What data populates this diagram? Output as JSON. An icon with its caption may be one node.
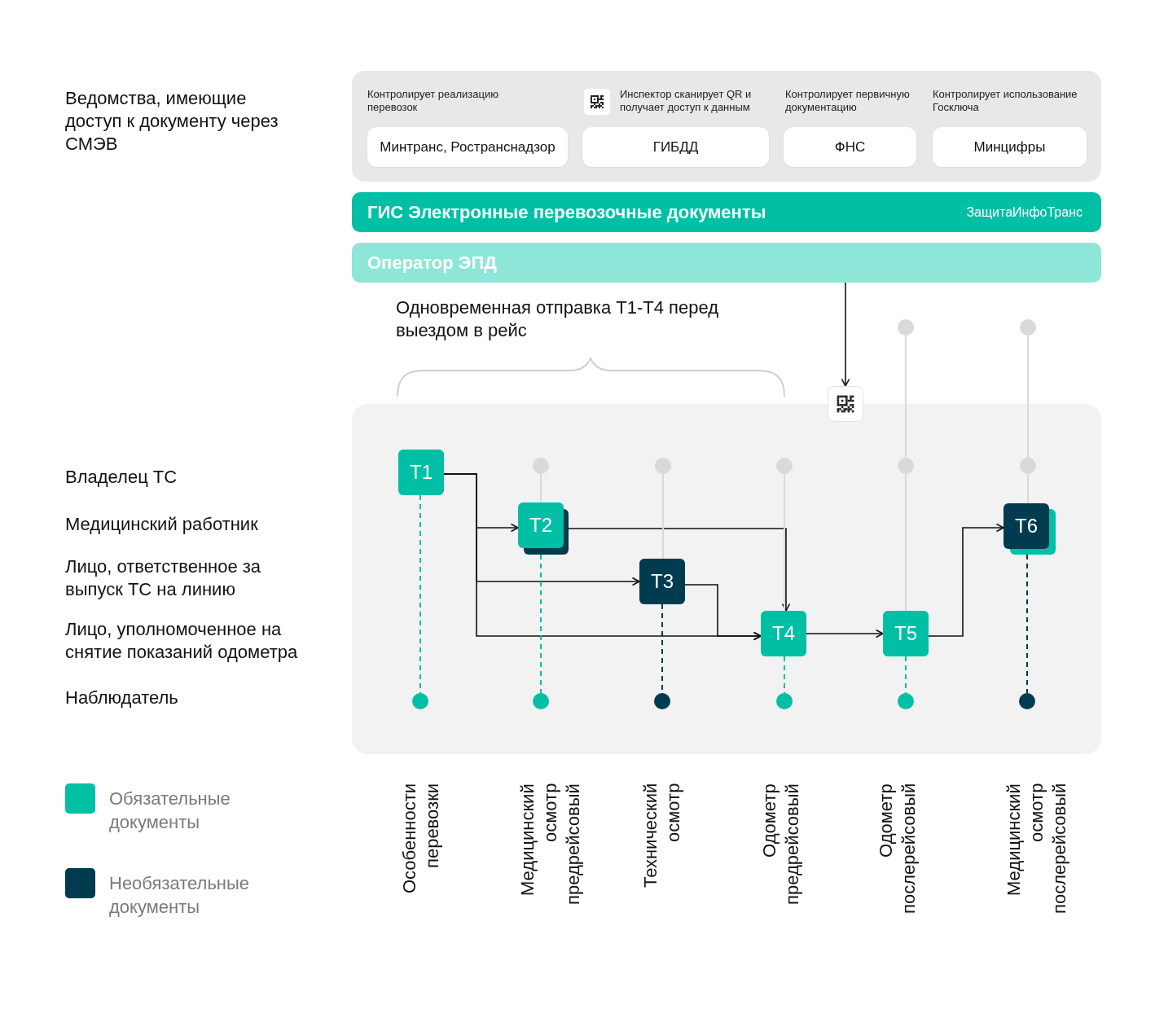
{
  "diagram": {
    "nodes": [
      {
        "text": [],
        "shape": "box"
      },
      {
        "text": [
          "Минтранс, Ространснадзор"
        ],
        "in": 0,
        "beside": [
          "Контролирует реализацию перевозок"
        ]
      },
      {
        "text": [
          "ГИБДД"
        ],
        "in": 0,
        "beside": [
          "Инспектор сканирует QR и получает доступ к данным"
        ]
      },
      {
        "text": [
          "ФНС"
        ],
        "in": 0,
        "beside": [
          "Контролирует первичную документацию"
        ]
      },
      {
        "text": [
          "Минцифры"
        ],
        "in": 0,
        "beside": [
          "Контролирует использование Госключа"
        ]
      },
      {
        "text": [
          "ГИС Электронные перевозочные документы",
          "ЗащитаИнфоТранс"
        ]
      },
      {
        "text": [
          "Оператор ЭПД"
        ]
      },
      {
        "text": [],
        "shape": "circle"
      },
      {
        "text": [],
        "shape": "circle"
      },
      {
        "text": [],
        "shape": "picture"
      },
      {
        "text": [],
        "shape": "box"
      },
      {
        "text": [
          "T1"
        ],
        "in": 10
      },
      {
        "text": [
          "T2"
        ],
        "in": 10
      },
      {
        "text": [
          "T3"
        ],
        "in": 10
      },
      {
        "text": [
          "T4"
        ],
        "in": 10
      },
      {
        "text": [
          "T5"
        ],
        "in": 10
      },
      {
        "text": [
          "T6"
        ],
        "in": 10
      },
      {
        "text": [],
        "shape": "circle",
        "in": 10
      },
      {
        "text": [],
        "shape": "circle",
        "in": 10
      },
      {
        "text": [],
        "shape": "circle",
        "in": 10
      },
      {
        "text": [],
        "shape": "circle",
        "in": 10
      },
      {
        "text": [],
        "shape": "circle",
        "in": 10
      },
      {
        "text": [],
        "shape": "circle",
        "in": 10
      },
      {
        "text": [],
        "shape": "circle",
        "in": 10
      },
      {
        "text": [],
        "shape": "circle",
        "in": 10
      },
      {
        "text": [],
        "shape": "circle",
        "in": 10
      },
      {
        "text": [],
        "shape": "circle",
        "in": 10
      },
      {
        "text": [],
        "shape": "circle",
        "in": 10
      }
    ],
    "edges": [
      {
        "from": 6,
        "to": 9,
        "arrow": "to"
      },
      {
        "from": 11,
        "to": 12,
        "arrow": "to"
      },
      {
        "from": 11,
        "to": 13,
        "arrow": "to"
      },
      {
        "from": 11,
        "to": 14,
        "arrow": "to"
      },
      {
        "from": 12,
        "to": 14,
        "arrow": "to"
      },
      {
        "from": 13,
        "to": 14,
        "arrow": "to"
      },
      {
        "from": 14,
        "to": 15,
        "arrow": "to"
      },
      {
        "from": 15,
        "to": 16,
        "arrow": "to"
      },
      {
        "from": 7,
        "to": 20,
        "arrow": "none",
        "color": "#d9d9d9"
      },
      {
        "from": 8,
        "to": 21,
        "arrow": "none",
        "color": "#d9d9d9"
      },
      {
        "from": 17,
        "to": 12,
        "arrow": "none",
        "color": "#d9d9d9"
      },
      {
        "from": 18,
        "to": 13,
        "arrow": "none",
        "color": "#d9d9d9"
      },
      {
        "from": 19,
        "to": 14,
        "arrow": "none",
        "color": "#d9d9d9"
      },
      {
        "from": 20,
        "to": 15,
        "arrow": "none",
        "color": "#d9d9d9"
      },
      {
        "from": 21,
        "to": 16,
        "arrow": "none",
        "color": "#d9d9d9"
      },
      {
        "from": 11,
        "to": 22,
        "arrow": "none",
        "style": "dashed",
        "color": "#00bfa5"
      },
      {
        "from": 12,
        "to": 23,
        "arrow": "none",
        "style": "dashed",
        "color": "#00bfa5"
      },
      {
        "from": 13,
        "to": 24,
        "arrow": "none",
        "style": "dashed",
        "color": "#003b50"
      },
      {
        "from": 14,
        "to": 25,
        "arrow": "none",
        "style": "dashed",
        "color": "#00bfa5"
      },
      {
        "from": 15,
        "to": 26,
        "arrow": "none",
        "style": "dashed",
        "color": "#00bfa5"
      },
      {
        "from": 16,
        "to": 27,
        "arrow": "none",
        "style": "dashed",
        "color": "#003b50"
      }
    ],
    "labels": [
      "Ведомства, имеющие доступ к документу через СМЭВ",
      "Одновременная отправка T1-T4 перед выездом в рейс",
      "Владелец ТС",
      "Медицинский работник",
      "Лицо, ответственное за выпуск ТС на линию",
      "Лицо, уполномоченное на снятие показаний одометра",
      "Наблюдатель",
      "Особенности перевозки",
      "Медицинский осмотр предрейсовый",
      "Технический осмотр",
      "Одометр предрейсовый",
      "Одометр послерейсовый",
      "Медицинский осмотр послерейсовый"
    ],
    "legend": [
      {
        "text": "Обязательные документы",
        "color": "#00bfa5"
      },
      {
        "text": "Необязательные документы",
        "color": "#003b50"
      }
    ]
  }
}
